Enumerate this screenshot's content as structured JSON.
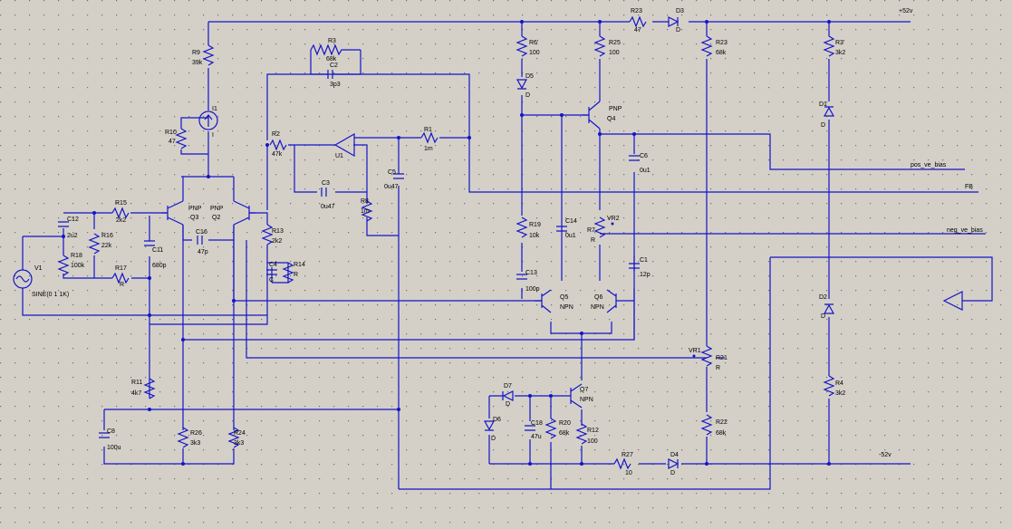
{
  "rails": {
    "pos": "+52v",
    "neg": "-52v"
  },
  "nets": {
    "pos_bias": "pos_ve_bias",
    "fb": "FB",
    "neg_bias": "neg_ve_bias"
  },
  "source": {
    "name": "V1",
    "value": "SINE(0 1 1K)"
  },
  "resistors": {
    "R9": {
      "name": "R9",
      "value": "39k"
    },
    "R10": {
      "name": "R10",
      "value": "47"
    },
    "R2": {
      "name": "R2",
      "value": "47k"
    },
    "R3": {
      "name": "R3",
      "value": "68k"
    },
    "R1": {
      "name": "R1",
      "value": "1m"
    },
    "R8": {
      "name": "R8",
      "value": "1m"
    },
    "R15": {
      "name": "R15",
      "value": "2k2"
    },
    "R16": {
      "name": "R16",
      "value": "22k"
    },
    "R18": {
      "name": "R18",
      "value": "100k"
    },
    "R17": {
      "name": "R17",
      "value": "R"
    },
    "R13": {
      "name": "R13",
      "value": "2k2"
    },
    "R14": {
      "name": "R14",
      "value": "R"
    },
    "R11": {
      "name": "R11",
      "value": "4k7"
    },
    "R26": {
      "name": "R26",
      "value": "3k3"
    },
    "R24": {
      "name": "R24",
      "value": "3k3"
    },
    "R6": {
      "name": "R6'",
      "value": "100"
    },
    "R25": {
      "name": "R25",
      "value": "100"
    },
    "R23a": {
      "name": "R23",
      "value": "47"
    },
    "R23b": {
      "name": "R23",
      "value": "68k"
    },
    "R3b": {
      "name": "R3'",
      "value": "3k2"
    },
    "R19": {
      "name": "R19",
      "value": "10k"
    },
    "R7": {
      "name": "R7",
      "value": "R"
    },
    "R21": {
      "name": "R21",
      "value": "R"
    },
    "R22": {
      "name": "R22",
      "value": "68k"
    },
    "R4": {
      "name": "R4",
      "value": "3k2"
    },
    "R20": {
      "name": "R20",
      "value": "68k"
    },
    "R12": {
      "name": "R12",
      "value": "100"
    },
    "R27": {
      "name": "R27",
      "value": "10"
    }
  },
  "capacitors": {
    "C2": {
      "name": "C2",
      "value": "3p3"
    },
    "C3": {
      "name": "C3",
      "value": "0u47"
    },
    "C5": {
      "name": "C5",
      "value": "0u47"
    },
    "C12": {
      "name": "C12",
      "value": "2u2"
    },
    "C11": {
      "name": "C11",
      "value": "680p"
    },
    "C16": {
      "name": "C16",
      "value": "47p"
    },
    "C4": {
      "name": "C4",
      "value": "C"
    },
    "C8": {
      "name": "C8",
      "value": "100u"
    },
    "C6": {
      "name": "C6",
      "value": "0u1"
    },
    "C14": {
      "name": "C14",
      "value": "0u1"
    },
    "C13": {
      "name": "C13",
      "value": "100p"
    },
    "C1": {
      "name": "C1",
      "value": "12p"
    },
    "C18": {
      "name": "C18",
      "value": "47u"
    }
  },
  "transistors": {
    "Q3": {
      "name": "Q3",
      "type": "PNP"
    },
    "Q2": {
      "name": "Q2",
      "type": "PNP"
    },
    "Q4": {
      "name": "Q4",
      "type": "PNP"
    },
    "Q5": {
      "name": "Q5",
      "type": "NPN"
    },
    "Q6": {
      "name": "Q6",
      "type": "NPN"
    },
    "Q7": {
      "name": "Q7",
      "type": "NPN"
    }
  },
  "diodes": {
    "D3": {
      "name": "D3",
      "value": "D"
    },
    "D5": {
      "name": "D5",
      "value": "D"
    },
    "D1": {
      "name": "D1",
      "value": "D"
    },
    "D2": {
      "name": "D2",
      "value": "D"
    },
    "D7": {
      "name": "D7",
      "value": "D"
    },
    "D6": {
      "name": "D6",
      "value": "D"
    },
    "D4": {
      "name": "D4",
      "value": "D"
    }
  },
  "others": {
    "I1": {
      "name": "I1",
      "value": "I"
    },
    "U1": {
      "name": "U1"
    },
    "VR1": {
      "name": "VR1"
    },
    "VR2": {
      "name": "VR2"
    }
  }
}
